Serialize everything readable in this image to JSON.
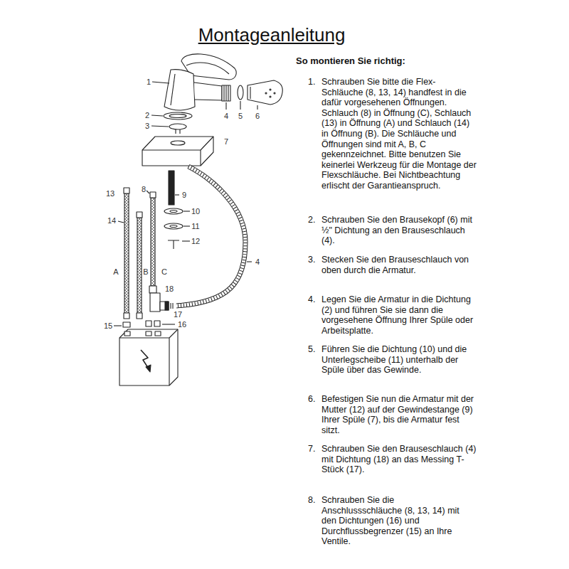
{
  "diagram": {
    "title": "Montageanleitung",
    "labels": [
      "So montieren Sie richtig:",
      "1.",
      "Schrauben Sie bitte die Flex-Schläuche (8, 13, 14) handfest in die dafür vorgesehenen Öffnungen. Schlauch (8) in Öffnung (C), Schlauch (13) in Öffnung (A) und Schlauch (14) in Öffnung (B). Die Schläuche und Öffnungen sind mit A, B, C gekennzeichnet. Bitte benutzen Sie keinerlei Werkzeug für die Montage der Flexschläuche. Bei Nichtbeachtung erlischt der Garantieanspruch.",
      "2.",
      "Schrauben Sie den Brausekopf (6) mit ½\" Dichtung an den Brauseschlauch (4).",
      "3.",
      "Stecken Sie den Brauseschlauch von oben durch die Armatur.",
      "4.",
      "Legen Sie die Armatur in die Dichtung (2) und führen Sie sie dann die vorgesehene Öffnung Ihrer Spüle oder Arbeitsplatte.",
      "5.",
      "Führen Sie die Dichtung (10) und die Unterlegscheibe (11) unterhalb der Spüle über das Gewinde.",
      "6.",
      "Befestigen Sie nun die Armatur mit der Mutter (12) auf der Gewindestange (9) Ihrer Spüle (7), bis die Armatur fest sitzt.",
      "7.",
      "Schrauben Sie den Brauseschlauch (4) mit Dichtung (18) an das Messing T-Stück (17).",
      "8.",
      "Schrauben Sie die Anschlussschläuche (8, 13, 14) mit den Dichtungen (16) und Durchflussbegrenzer (15) an Ihre Ventile.",
      "1",
      "2",
      "3",
      "4",
      "5",
      "6",
      "7",
      "13",
      "8",
      "9",
      "14",
      "10",
      "11",
      "12",
      "4",
      "A",
      "B",
      "C",
      "18",
      "17",
      "15",
      "16"
    ]
  }
}
